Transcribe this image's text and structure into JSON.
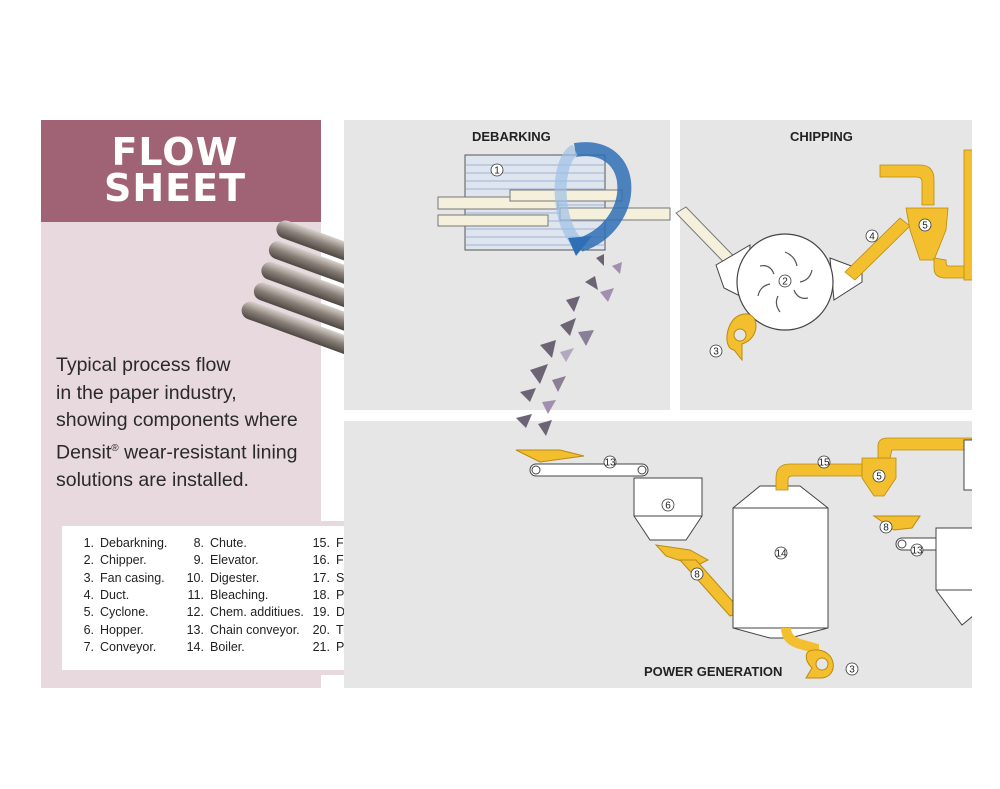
{
  "title": {
    "line1": "FLOW",
    "line2": "SHEET"
  },
  "description": {
    "line1": "Typical process flow",
    "line2": "in the paper industry,",
    "line3": "showing components where",
    "line4_prefix": "Densit",
    "line4_reg": "®",
    "line4_suffix": " wear-resistant lining",
    "line5": "solutions are installed."
  },
  "sections": {
    "debarking": "DEBARKING",
    "chipping": "CHIPPING",
    "power_generation": "POWER GENERATION"
  },
  "legend": [
    {
      "num": "1.",
      "label": "Debarkning."
    },
    {
      "num": "2.",
      "label": "Chipper."
    },
    {
      "num": "3.",
      "label": "Fan casing."
    },
    {
      "num": "4.",
      "label": "Duct."
    },
    {
      "num": "5.",
      "label": "Cyclone."
    },
    {
      "num": "6.",
      "label": "Hopper."
    },
    {
      "num": "7.",
      "label": "Conveyor."
    },
    {
      "num": "8.",
      "label": "Chute."
    },
    {
      "num": "9.",
      "label": "Elevator."
    },
    {
      "num": "10.",
      "label": "Digester."
    },
    {
      "num": "11.",
      "label": "Bleaching."
    },
    {
      "num": "12.",
      "label": "Chem. additiues."
    },
    {
      "num": "13.",
      "label": "Chain conveyor."
    },
    {
      "num": "14.",
      "label": "Boiler."
    },
    {
      "num": "15.",
      "label": "Flue gases duct."
    },
    {
      "num": "16.",
      "label": "Filter."
    },
    {
      "num": "17.",
      "label": "Store."
    },
    {
      "num": "18.",
      "label": "Pulper."
    },
    {
      "num": "19.",
      "label": "Duct."
    },
    {
      "num": "20.",
      "label": "Turbo-separator."
    },
    {
      "num": "21.",
      "label": "Paper mill."
    }
  ],
  "callouts": {
    "debarker": "1",
    "chipper": "2",
    "fan_chipping": "3",
    "duct_chipping": "4",
    "cyclone_chipping": "5",
    "hopper": "6",
    "chute_hopper": "8",
    "chute_right": "8",
    "conveyor_left": "13",
    "conveyor_right": "13",
    "boiler": "14",
    "flue_duct": "15",
    "cyclone_power": "5",
    "fan_power": "3"
  },
  "colors": {
    "title_bg": "#a06376",
    "panel_bg": "#e7d9de",
    "section_bg": "#e6e6e6",
    "duct_yellow": "#f3bf2e",
    "arrow_blue": "#2f6fb5"
  }
}
